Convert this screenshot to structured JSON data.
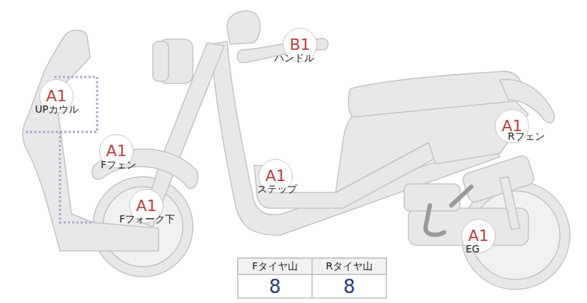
{
  "diagram": {
    "nodes": [
      {
        "text": [
          "B1",
          "ハンドル"
        ]
      },
      {
        "text": [
          "A1",
          "UPカウル"
        ]
      },
      {
        "text": [
          "A1",
          "Rフェン"
        ]
      },
      {
        "text": [
          "A1",
          "Fフェン"
        ]
      },
      {
        "text": [
          "A1",
          "ステップ"
        ]
      },
      {
        "text": [
          "A1",
          "Fフォーク下"
        ]
      },
      {
        "text": [
          "A1",
          "EG"
        ]
      }
    ],
    "edges": [],
    "labels": [
      "Fタイヤ山",
      "Rタイヤ山",
      "8",
      "8"
    ]
  }
}
